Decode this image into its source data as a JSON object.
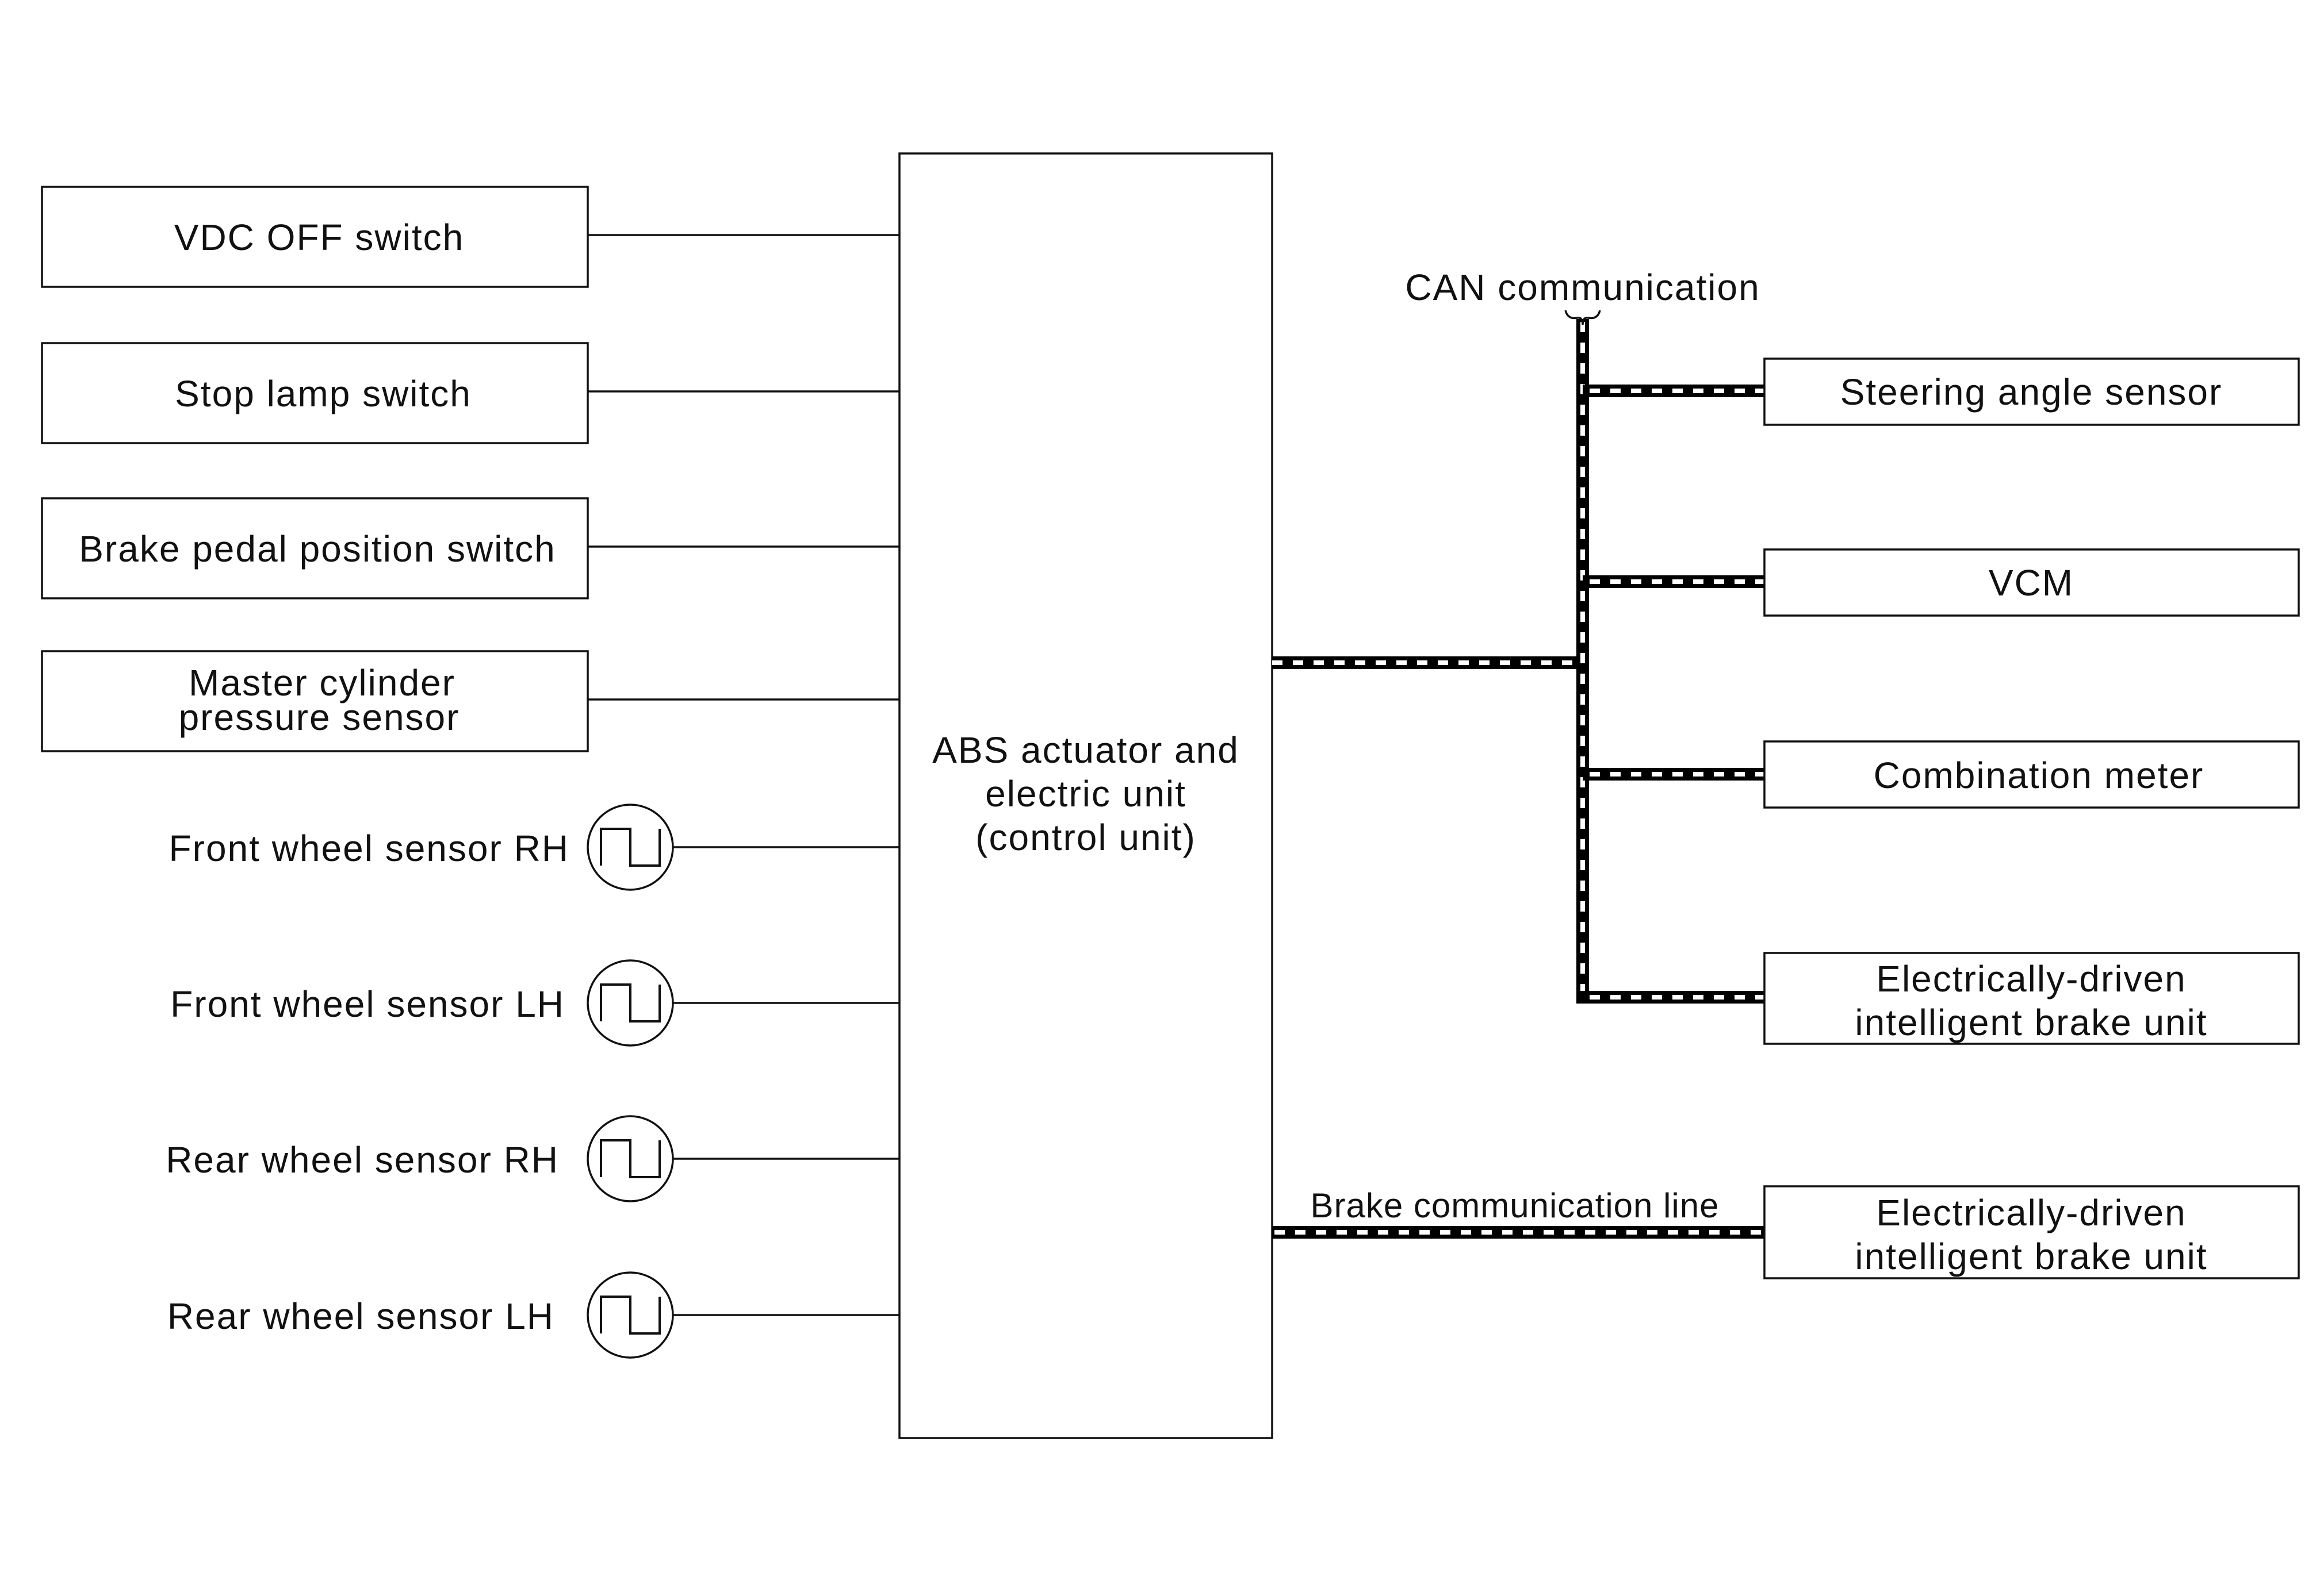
{
  "diagram": {
    "control_unit": {
      "lines": [
        "ABS actuator and",
        "electric unit",
        "(control unit)"
      ]
    },
    "inputs": [
      {
        "name": "vdc-off-switch",
        "lines": [
          "VDC OFF switch"
        ]
      },
      {
        "name": "stop-lamp-switch",
        "lines": [
          "Stop lamp switch"
        ]
      },
      {
        "name": "brake-pedal-position-switch",
        "lines": [
          "Brake pedal position switch"
        ]
      },
      {
        "name": "master-cylinder-pressure-sensor",
        "lines": [
          "Master cylinder",
          "pressure sensor"
        ]
      }
    ],
    "wheel_sensors": [
      {
        "name": "front-wheel-sensor-rh",
        "label": "Front wheel sensor RH"
      },
      {
        "name": "front-wheel-sensor-lh",
        "label": "Front wheel sensor LH"
      },
      {
        "name": "rear-wheel-sensor-rh",
        "label": "Rear wheel sensor RH"
      },
      {
        "name": "rear-wheel-sensor-lh",
        "label": "Rear wheel sensor LH"
      }
    ],
    "can_label": "CAN communication",
    "can_outputs": [
      {
        "name": "steering-angle-sensor",
        "lines": [
          "Steering angle sensor"
        ]
      },
      {
        "name": "vcm",
        "lines": [
          "VCM"
        ]
      },
      {
        "name": "combination-meter",
        "lines": [
          "Combination meter"
        ]
      },
      {
        "name": "electrically-driven-intelligent-brake-unit-can",
        "lines": [
          "Electrically-driven",
          "intelligent brake unit"
        ]
      }
    ],
    "brake_line_label": "Brake communication line",
    "brake_output": {
      "name": "electrically-driven-intelligent-brake-unit-brake-line",
      "lines": [
        "Electrically-driven",
        "intelligent brake unit"
      ]
    }
  }
}
